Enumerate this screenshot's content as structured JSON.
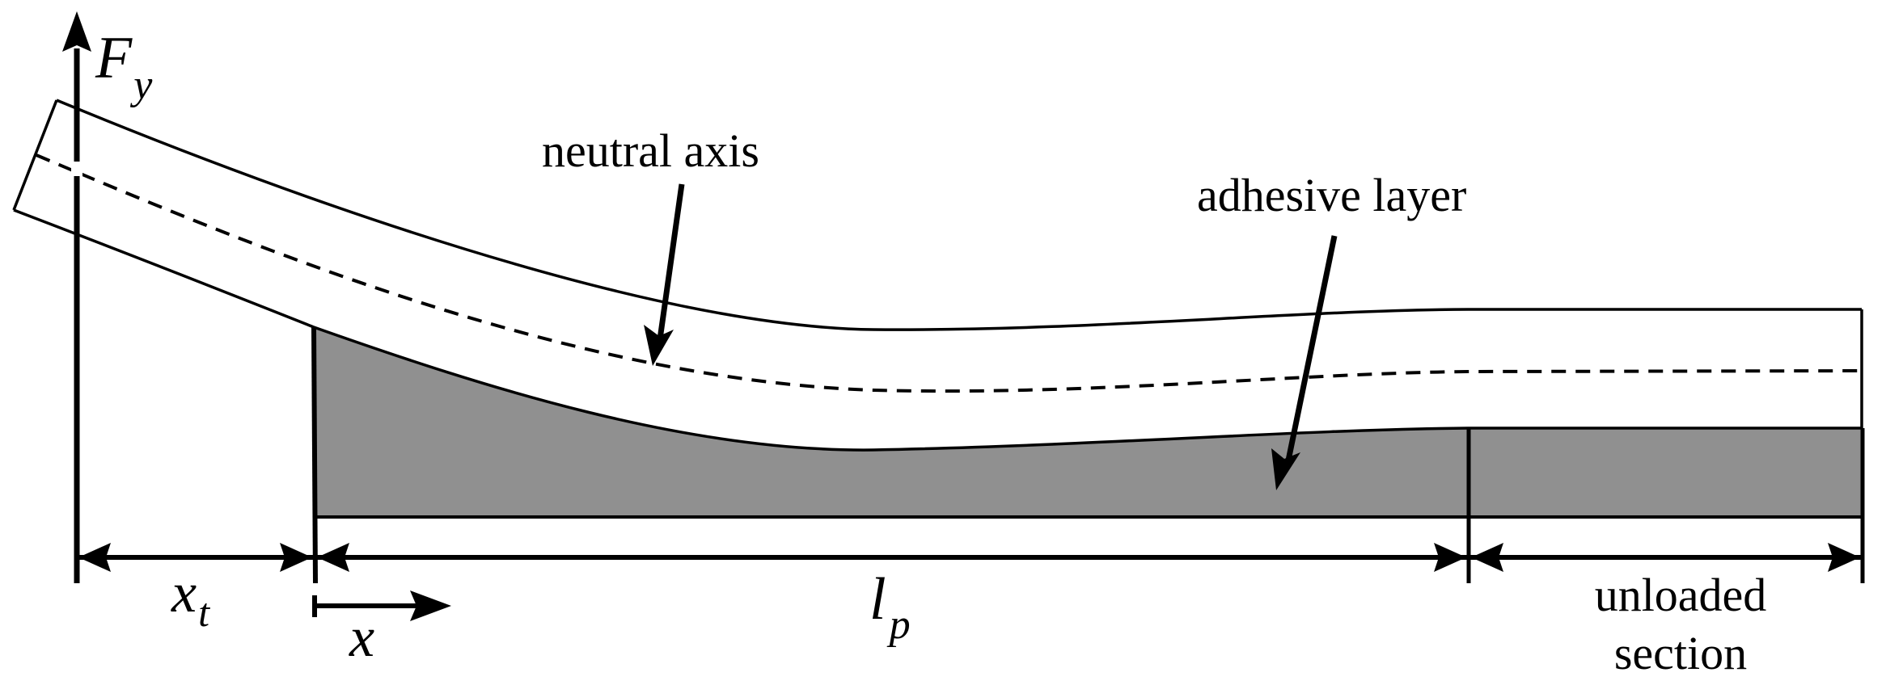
{
  "figure": {
    "type": "peel-test schematic",
    "colors": {
      "stroke": "#000000",
      "adhesive_fill": "#909090",
      "background": "#ffffff"
    }
  },
  "labels": {
    "force": {
      "main": "F",
      "sub": "y"
    },
    "neutral_axis": "neutral axis",
    "adhesive_layer": "adhesive layer",
    "xt": {
      "main": "x",
      "sub": "t"
    },
    "x": "x",
    "lp": {
      "main": "l",
      "sub": "p"
    },
    "unloaded_line1": "unloaded",
    "unloaded_line2": "section"
  }
}
